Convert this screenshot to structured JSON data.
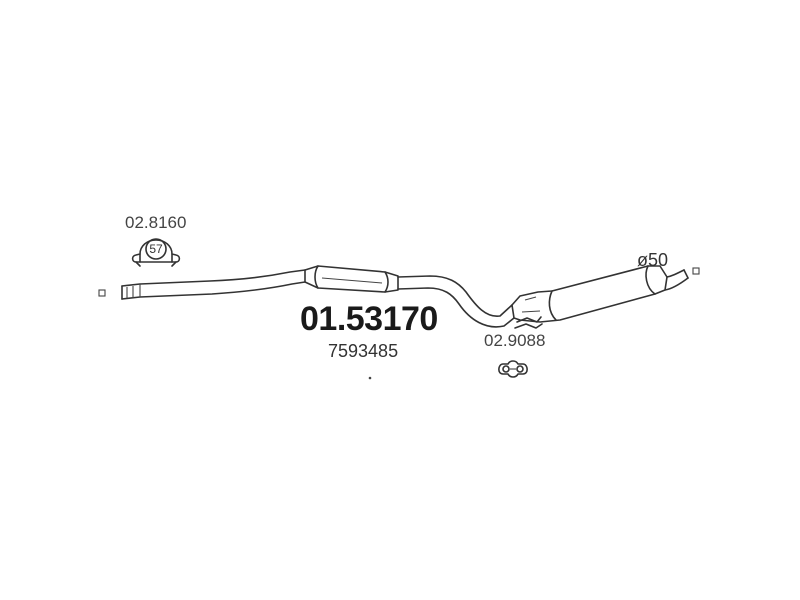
{
  "main_part": {
    "number": "01.53170",
    "oem": "7593485"
  },
  "clamp_front": {
    "ref": "02.8160",
    "size": "57"
  },
  "hanger_rear": {
    "ref": "02.9088"
  },
  "diameter": "ø50"
}
